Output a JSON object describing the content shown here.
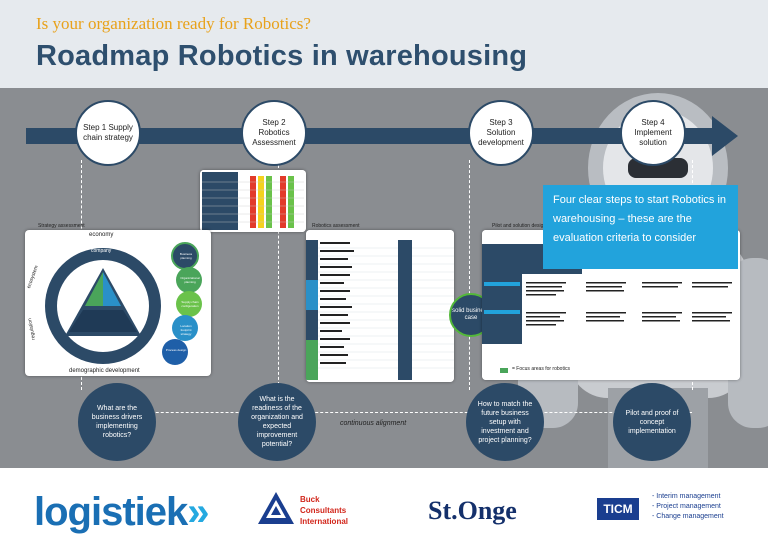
{
  "header": {
    "subtitle": "Is your organization ready for Robotics?",
    "title": "Roadmap Robotics in warehousing"
  },
  "steps": [
    {
      "label": "Step 1\nSupply chain\nstrategy"
    },
    {
      "label": "Step 2\nRobotics\nAssessment"
    },
    {
      "label": "Step 3\nSolution\ndevelopment"
    },
    {
      "label": "Step 4\nImplement\nsolution"
    }
  ],
  "step_text": {
    "s1": "Step 1 Supply chain strategy",
    "s2": "Step 2 Robotics Assessment",
    "s3": "Step 3 Solution development",
    "s4": "Step 4 Implement solution"
  },
  "panels": {
    "strategy_label": "Strategy assessment",
    "robotics_label": "Robotics assessment",
    "pilot_label": "Pilot and solution design",
    "focus_legend": "= Focus areas for robotics"
  },
  "strategy": {
    "economy": "economy",
    "company": "company",
    "ecosystem": "ecosystem",
    "regulation": "regulation",
    "demographic": "demographic development",
    "bubbles": [
      "Business planning",
      "Organizational planning",
      "Supply chain configuration",
      "Location footprint strategy",
      "Process design"
    ]
  },
  "callout": "Four clear steps to start Robotics in warehousing – these are the evaluation criteria to consider",
  "solid_case": "solid business case",
  "continuous_alignment": "continuous alignment",
  "questions": [
    "What are the business drivers implementing robotics?",
    "What is the readiness of the organization and expected improvement potential?",
    "How to match the future business setup with investment and project planning?",
    "Pilot and proof of concept implementation"
  ],
  "footer": {
    "logistiek": "logistiek",
    "logistiek_chev": "»",
    "bci": [
      "Buck",
      "Consultants",
      "International"
    ],
    "stonge": "St.Onge",
    "ticm": "TICM",
    "ticm_services": [
      "-  Interim management",
      "-  Project management",
      "-  Change management"
    ]
  },
  "colors": {
    "navy": "#2c4a67",
    "accent_blue": "#22a3dc",
    "orange": "#e8a11a",
    "green": "#53b83a"
  }
}
